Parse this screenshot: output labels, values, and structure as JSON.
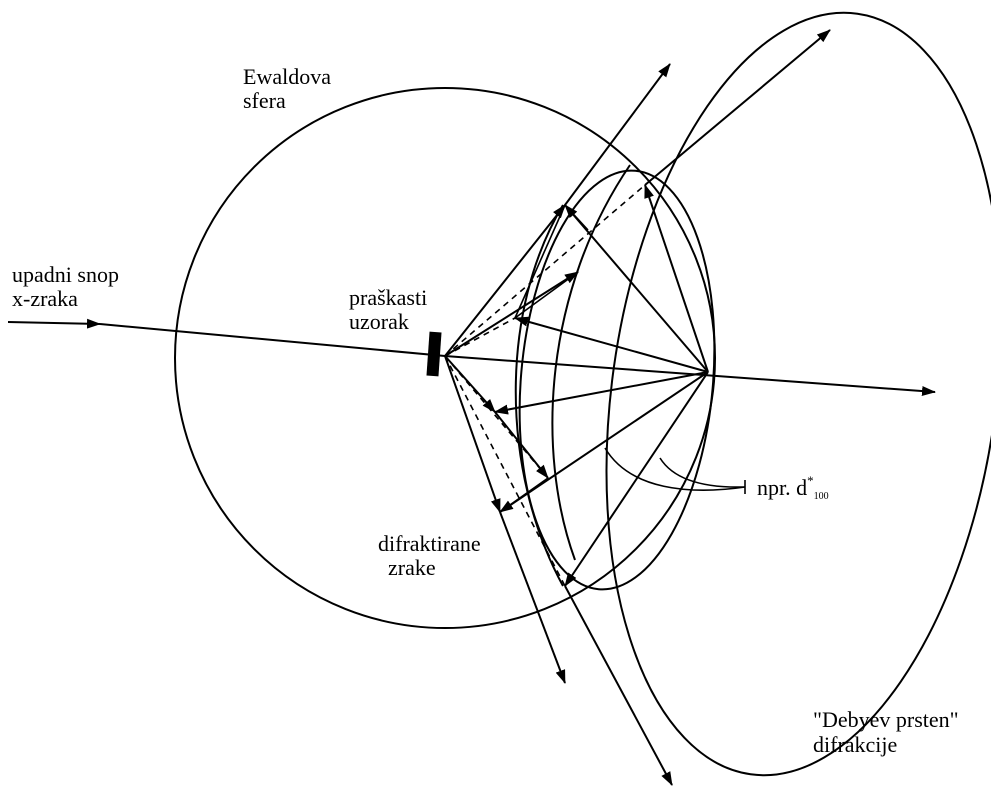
{
  "labels": {
    "ewald_line1": "Ewaldova",
    "ewald_line2": "sfera",
    "incident_line1": "upadni snop",
    "incident_line2": "x-zraka",
    "sample_line1": "praškasti",
    "sample_line2": "uzorak",
    "npr": "npr. d",
    "npr_sup": "*",
    "npr_sub": "100",
    "diffracted_line1": "difraktirane",
    "diffracted_line2": "zrake",
    "debye_line1": "\"Debyev prsten\"",
    "debye_line2": "difrakcije"
  }
}
